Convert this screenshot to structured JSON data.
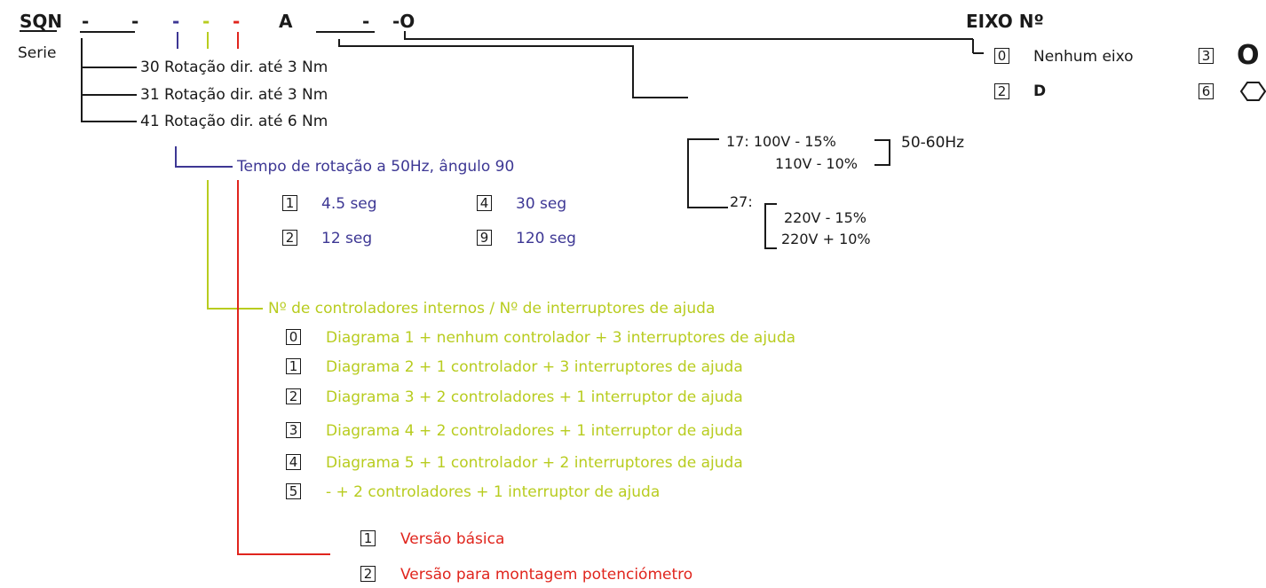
{
  "header": {
    "sqn": "SQN",
    "dash": "-",
    "a": "A",
    "o": "-O",
    "serie": "Serie"
  },
  "series_options": [
    "30 Rotação dir. até 3 Nm",
    "31 Rotação dir. até 3 Nm",
    "41 Rotação dir. até 6 Nm"
  ],
  "rotation_time": {
    "title": "Tempo de rotação a 50Hz, ângulo 90",
    "options": [
      {
        "code": "1",
        "label": "4.5 seg"
      },
      {
        "code": "4",
        "label": "30 seg"
      },
      {
        "code": "2",
        "label": "12 seg"
      },
      {
        "code": "9",
        "label": "120 seg"
      }
    ]
  },
  "controllers": {
    "title": "Nº de controladores internos / Nº de interruptores de ajuda",
    "options": [
      {
        "code": "0",
        "label": "Diagrama 1 + nenhum controlador + 3 interruptores de ajuda"
      },
      {
        "code": "1",
        "label": "Diagrama 2 + 1 controlador +  3 interruptores de ajuda"
      },
      {
        "code": "2",
        "label": "Diagrama 3 + 2 controladores + 1 interruptor de ajuda"
      },
      {
        "code": "3",
        "label": "Diagrama 4 + 2 controladores + 1 interruptor de ajuda"
      },
      {
        "code": "4",
        "label": "Diagrama 5 + 1 controlador + 2 interruptores de ajuda"
      },
      {
        "code": "5",
        "label": "- + 2 controladores + 1 interruptor de ajuda"
      }
    ]
  },
  "version": {
    "options": [
      {
        "code": "1",
        "label": "Versão básica"
      },
      {
        "code": "2",
        "label": "Versão para montagem potenciómetro"
      }
    ]
  },
  "voltage": {
    "v17_label": "17: 100V - 15%",
    "v17_line2": "110V - 10%",
    "freq": "50-60Hz",
    "v27_label": "27:",
    "v27_line1": "220V - 15%",
    "v27_line2": "220V + 10%"
  },
  "axis": {
    "title": "EIXO Nº",
    "options": [
      {
        "code": "0",
        "label": "Nenhum eixo"
      },
      {
        "code": "3",
        "label": "O"
      },
      {
        "code": "2",
        "label": "D"
      },
      {
        "code": "6",
        "label": ""
      }
    ]
  },
  "colors": {
    "black": "#1a1a1a",
    "blue": "#3d3794",
    "green": "#b8cc1f",
    "red": "#e0251d"
  }
}
